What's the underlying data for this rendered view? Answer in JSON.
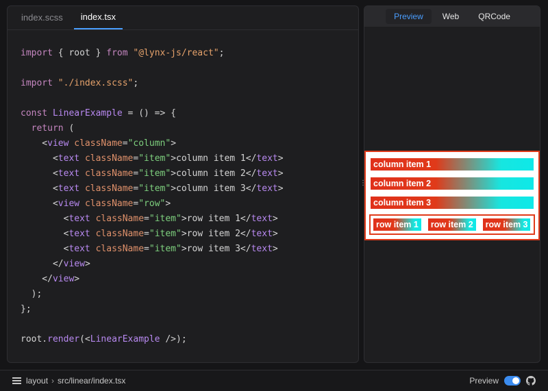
{
  "editor": {
    "tabs": [
      {
        "label": "index.scss",
        "active": false
      },
      {
        "label": "index.tsx",
        "active": true
      }
    ],
    "code_lines": [
      "import { root } from \"@lynx-js/react\";",
      "",
      "import \"./index.scss\";",
      "",
      "const LinearExample = () => {",
      "  return (",
      "    <view className=\"column\">",
      "      <text className=\"item\">column item 1</text>",
      "      <text className=\"item\">column item 2</text>",
      "      <text className=\"item\">column item 3</text>",
      "      <view className=\"row\">",
      "        <text className=\"item\">row item 1</text>",
      "        <text className=\"item\">row item 2</text>",
      "        <text className=\"item\">row item 3</text>",
      "      </view>",
      "    </view>",
      "  );",
      "};",
      "",
      "root.render(<LinearExample />);"
    ]
  },
  "preview": {
    "tabs": [
      {
        "label": "Preview",
        "active": true
      },
      {
        "label": "Web",
        "active": false
      },
      {
        "label": "QRCode",
        "active": false
      }
    ],
    "column_items": [
      "column item 1",
      "column item 2",
      "column item 3"
    ],
    "row_items": [
      "row item 1",
      "row item 2",
      "row item 3"
    ]
  },
  "status": {
    "crumb_root": "layout",
    "crumb_path": "src/linear/index.tsx",
    "preview_label": "Preview",
    "preview_toggle_on": true
  },
  "colors": {
    "accent": "#4a9eff",
    "item_red": "#e03a1a",
    "item_cyan": "#0ee8e8"
  },
  "icons": [
    "list-icon",
    "chevron-right-icon",
    "toggle-switch",
    "github-icon",
    "drag-handle-icon"
  ]
}
